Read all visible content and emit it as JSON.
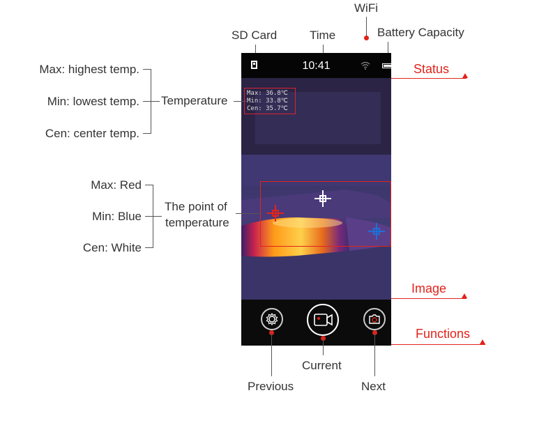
{
  "top_labels": {
    "sd_card": "SD Card",
    "time": "Time",
    "wifi": "WiFi",
    "battery": "Battery Capacity"
  },
  "status": {
    "time": "10:41"
  },
  "section_labels": {
    "status": "Status",
    "image": "Image",
    "functions": "Functions"
  },
  "temperature_group": {
    "title": "Temperature",
    "items": [
      "Max: highest temp.",
      "Min: lowest temp.",
      "Cen: center temp."
    ]
  },
  "point_group": {
    "title_line1": "The point  of",
    "title_line2": "temperature",
    "items": [
      "Max: Red",
      "Min: Blue",
      "Cen: White"
    ]
  },
  "readout": {
    "max": "Max: 36.8℃",
    "min": "Min: 33.8℃",
    "cen": "Cen: 35.7℃"
  },
  "bottom_labels": {
    "previous": "Previous",
    "current": "Current",
    "next": "Next"
  },
  "colors": {
    "accent": "#e2231a",
    "max_marker": "#e2231a",
    "min_marker": "#1e6fd9",
    "cen_marker": "#ffffff"
  },
  "icons": [
    "sd-card-icon",
    "wifi-icon",
    "battery-icon",
    "settings-icon",
    "record-icon",
    "camera-icon"
  ]
}
